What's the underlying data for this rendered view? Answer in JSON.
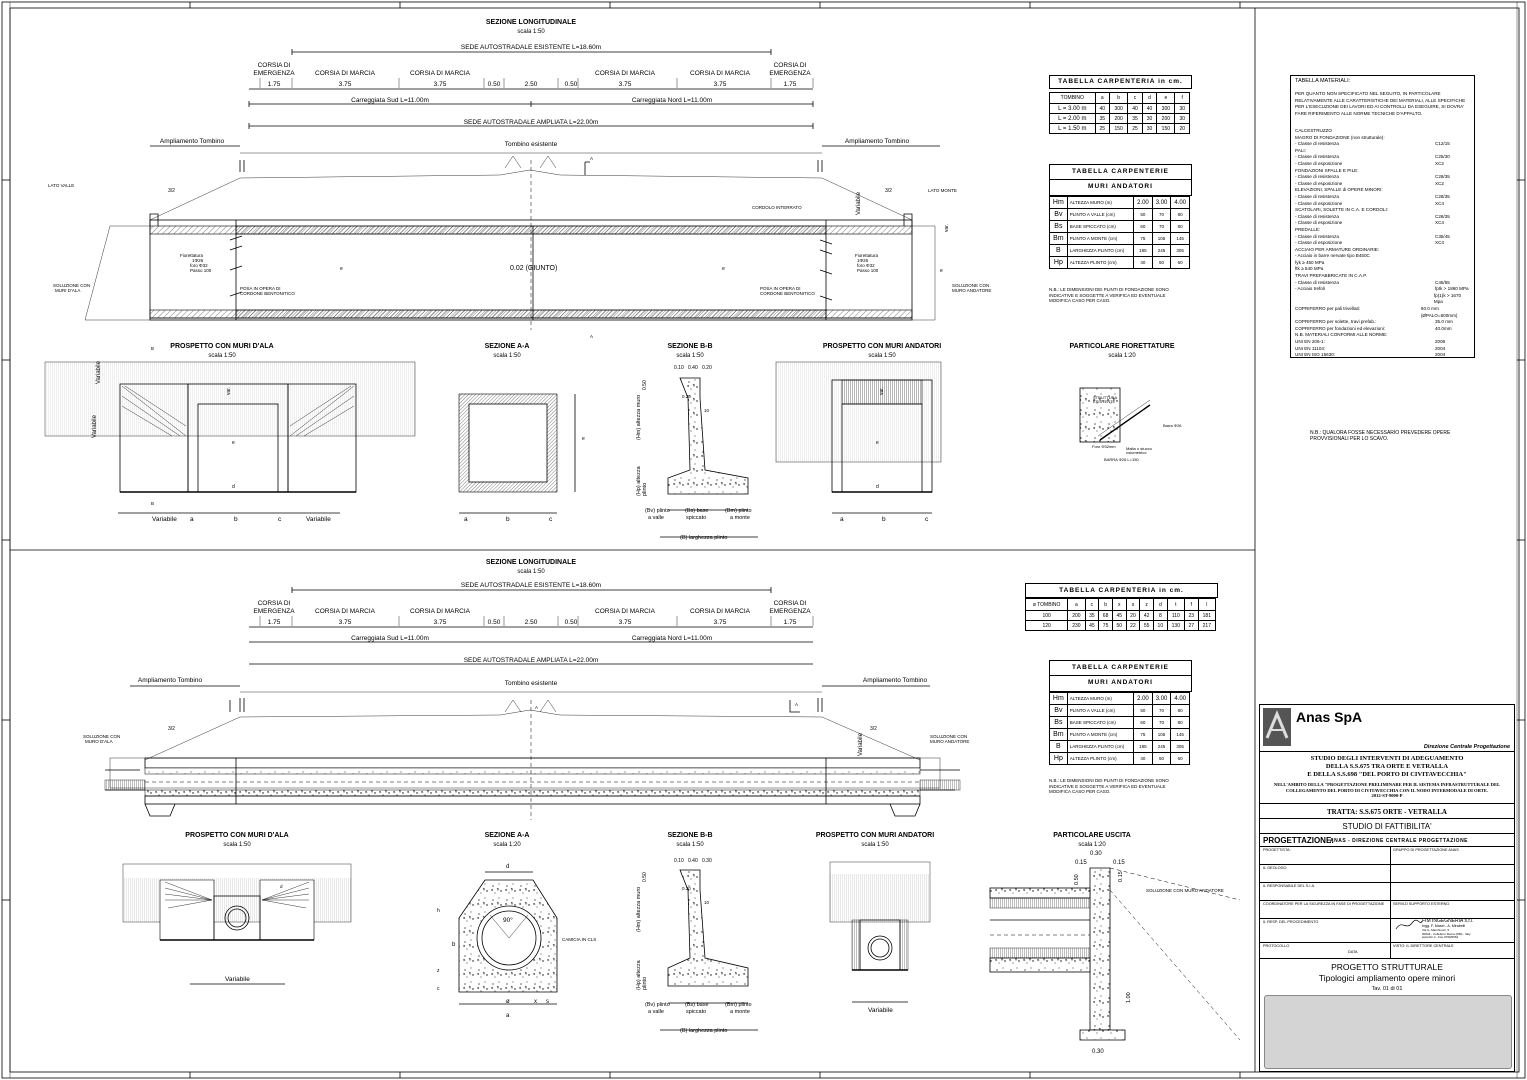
{
  "top": {
    "long_title": "SEZIONE LONGITUDINALE",
    "long_scale": "scala 1:50",
    "sede_esistente": "SEDE AUTOSTRADALE ESISTENTE L=18.60m",
    "lanes": [
      {
        "name": "CORSIA DI\nEMERGENZA",
        "w": "1.75"
      },
      {
        "name": "CORSIA DI MARCIA",
        "w": "3.75"
      },
      {
        "name": "CORSIA DI MARCIA",
        "w": "3.75"
      },
      {
        "name": "",
        "w": "0.50"
      },
      {
        "name": "",
        "w": "2.50"
      },
      {
        "name": "",
        "w": "0.50"
      },
      {
        "name": "CORSIA DI MARCIA",
        "w": "3.75"
      },
      {
        "name": "CORSIA DI MARCIA",
        "w": "3.75"
      },
      {
        "name": "CORSIA DI\nEMERGENZA",
        "w": "1.75"
      }
    ],
    "carr_sud": "Carreggiata Sud L=11.00m",
    "carr_nord": "Carreggiata Nord L=11.00m",
    "sede_ampliata": "SEDE AUTOSTRADALE AMPLIATA L=22.00m",
    "ampl_left": "Ampliamento Tombino",
    "ampl_right": "Ampliamento Tombino",
    "tomb_esist": "Tombino esistente",
    "lato_valle": "LATO VALLE",
    "lato_monte": "LATO MONTE",
    "slope": "3/2",
    "variabile": "Variabile",
    "cordolo": "CORDOLO INTERRATO",
    "var": "var.",
    "giunto": "0.02 (GIUNTO)",
    "fior_left": "Fiorettatura\n1Φ26\nforo Φ32\nPasso 100",
    "fior_right": "Fiorettatura\n1Φ26\nforo Φ32\nPasso 100",
    "posa_left": "POSA IN OPERA DI\nCORDONE BENTONITICO",
    "posa_right": "POSA IN OPERA DI\nCORDONE BENTONITICO",
    "sol_left": "SOLUZIONE CON\nMURI D'ALA",
    "sol_right": "SOLUZIONE CON\nMURO ANDATORE",
    "sec_a": "A",
    "sec_b": "B",
    "prosp_ala": "PROSPETTO CON MURI D'ALA",
    "prosp_ala_scale": "scala 1:50",
    "sez_aa": "SEZIONE A-A",
    "sez_aa_scale": "scala 1:50",
    "sez_bb": "SEZIONE B-B",
    "sez_bb_scale": "scala 1:50",
    "prosp_and": "PROSPETTO CON MURI ANDATORI",
    "prosp_and_scale": "scala 1:50",
    "part_fior": "PARTICOLARE FIORETTATURE",
    "part_fior_scale": "scala 1:20",
    "fior_detail": {
      "a": "STRUTTURA\nESISTENTE",
      "b": "Barra Φ26",
      "c": "Foro Φ32mm",
      "d": "Malta o stucco\nvolumetrico",
      "e": "BARRA Φ26 L=150"
    },
    "dim_bottom": [
      "Variabile",
      "a",
      "b",
      "c",
      "Variabile"
    ],
    "dim_aa": [
      "a",
      "b",
      "c"
    ],
    "dim_and": [
      "a",
      "b",
      "c"
    ],
    "bb_dims": [
      "0.10",
      "0.40",
      "0.20"
    ],
    "bb_labels": {
      "hm": "(Hm) altezza muro",
      "hp": "(Hp) altezza\nplinto",
      "bv": "(Bv) plinto\na valle",
      "bs": "(Bs) base\nspiccato",
      "bm": "(Bm) plinto\na monte",
      "b": "(B) larghezza plinto",
      "ratio": "10",
      "h1": "0.20",
      "h2": "0.50"
    },
    "lbl_d": "d",
    "lbl_e": "e",
    "lbl_f": "f",
    "carp_title": "TABELLA CARPENTERIA in cm.",
    "carp_head": [
      "TOMBINO",
      "a",
      "b",
      "c",
      "d",
      "e",
      "f"
    ],
    "carp_rows": [
      [
        "L = 3.00 m",
        "40",
        "300",
        "40",
        "40",
        "300",
        "30"
      ],
      [
        "L = 2.00 m",
        "35",
        "200",
        "35",
        "30",
        "200",
        "30"
      ],
      [
        "L = 1.50 m",
        "25",
        "150",
        "25",
        "30",
        "150",
        "20"
      ]
    ],
    "muri_title1": "TABELLA CARPENTERIE",
    "muri_title2": "MURI ANDATORI",
    "muri_head": [
      "Hm",
      "ALTEZZA MURO (m)",
      "2.00",
      "3.00",
      "4.00"
    ],
    "muri_rows": [
      [
        "Bv",
        "PLINTO A VALLE (cm)",
        "50",
        "70",
        "80"
      ],
      [
        "Bs",
        "BASE SPICCATO (cm)",
        "60",
        "70",
        "80"
      ],
      [
        "Bm",
        "PLINTO A MONTE (cm)",
        "75",
        "105",
        "145"
      ],
      [
        "B",
        "LARGHEZZA PLINTO (cm)",
        "185",
        "245",
        "305"
      ],
      [
        "Hp",
        "ALTEZZA PLINTO (cm)",
        "40",
        "50",
        "60"
      ]
    ],
    "nb": "N.B.: LE DIMENSIONI DEI PLINTI DI FONDAZIONE SONO\nINDICATIVE E SOGGETTE A VERIFICA ED EVENTUALE\nMODIFICA CASO PER CASO."
  },
  "materials": {
    "title": "TABELLA MATERIALI:",
    "intro": "PER QUANTO NON SPECIFICATO NEL SEGUITO, IN PARTICOLARE\nRELATIVAMENTE ALLE CARATTERISTICHE DEI MATERIALI, ALLE SPECIFICHE\nPER L'ESECUZIONE DEI LAVORI ED AI CONTROLLI DA ESEGUIRE, SI DOVRA'\nFARE RIFERIMENTO ALLE NORME TECNICHE D'APPALTO.",
    "rows": [
      [
        "CALCESTRUZZO",
        ""
      ],
      [
        "MAGRO DI FONDAZIONE (non strutturale):",
        ""
      ],
      [
        "- Classe di resistenza",
        "C12/15"
      ],
      [
        "PALI:",
        ""
      ],
      [
        "- Classe di resistenza",
        "C25/30"
      ],
      [
        "- Classe di esposizione",
        "XC2"
      ],
      [
        "FONDAZIONI SPALLE E PILE:",
        ""
      ],
      [
        "- Classe di resistenza",
        "C28/35"
      ],
      [
        "- Classe di esposizione",
        "XC2"
      ],
      [
        "ELEVAZIONI, SPALLE di OPERE MINORI:",
        ""
      ],
      [
        "- Classe di resistenza",
        "C28/35"
      ],
      [
        "- Classe di esposizione",
        "XC4"
      ],
      [
        "SCATOLARI, SOLETTE IN C.A. E CORDOLI:",
        ""
      ],
      [
        "- Classe di resistenza",
        "C28/35"
      ],
      [
        "- Classe di esposizione",
        "XC4"
      ],
      [
        "PREDALLE:",
        ""
      ],
      [
        "- Classe di resistenza",
        "C35/45"
      ],
      [
        "- Classe di esposizione",
        "XC4"
      ],
      [
        "ACCIAIO PER ARMATURE ORDINARIE:",
        ""
      ],
      [
        "- Acciaio in barre nervate tipo B450C",
        ""
      ],
      [
        "      fyk ≥ 450 MPa",
        ""
      ],
      [
        "      ftk ≥ 540 MPa",
        ""
      ],
      [
        "TRAVI PREFABBRICATE IN C.A.P.",
        ""
      ],
      [
        "- Classe di resistenza",
        "C45/55"
      ],
      [
        "- Acciaio trefoli",
        "fptk  > 1860 MPa"
      ],
      [
        "",
        "fp(1)k > 1670 Mpa"
      ],
      [
        "COPRIFERRO per pali trivellati:",
        "60.0 mm (ØPALO=600mm)"
      ],
      [
        "COPRIFERRO per solette, travi prefab.:",
        "35.0 mm"
      ],
      [
        "COPRIFERRO per fondazioni ed elevazioni:",
        "40.0mm"
      ],
      [
        "N.B. MATERIALI CONFORMI ALLE NORME:",
        ""
      ],
      [
        "      UNI EN 206-1:",
        "2006"
      ],
      [
        "      UNI EN 11104:",
        "2004"
      ],
      [
        "      UNI EN ISO 15630:",
        "2004"
      ]
    ],
    "nb_scavo": "N.B.: QUALORA FOSSE NECESSARIO PREVEDERE OPERE\nPROVVISIONALI PER LO SCAVO."
  },
  "bottom": {
    "long_title": "SEZIONE LONGITUDINALE",
    "long_scale": "scala 1:50",
    "sol_left": "SOLUZIONE CON\nMURO D'ALA",
    "sol_right": "SOLUZIONE CON\nMURO ANDATORE",
    "prosp_ala": "PROSPETTO CON MURI D'ALA",
    "prosp_ala_scale": "scala 1:50",
    "sez_aa": "SEZIONE A-A",
    "sez_aa_scale": "scala 1:20",
    "sez_bb": "SEZIONE B-B",
    "sez_bb_scale": "scala 1:50",
    "prosp_and": "PROSPETTO CON MURI ANDATORI",
    "prosp_and_scale": "scala 1:50",
    "part_uscita": "PARTICOLARE USCITA",
    "part_uscita_scale": "scala 1:20",
    "camicia": "CAMICIA IN CLS",
    "angle": "90°",
    "sol_and": "SOLUZIONE CON MURO ANDATORE",
    "usc_dims": [
      "0.15",
      "0.30",
      "0.15",
      "0.50",
      "0.15",
      "1.00",
      "0.30"
    ],
    "aa_dims": [
      "d",
      "a",
      "b",
      "ø",
      "x",
      "s",
      "h",
      "z",
      "c"
    ],
    "bb_dims": [
      "0.10",
      "0.40",
      "0.30"
    ],
    "variabile": "Variabile",
    "carp_title": "TABELLA CARPENTERIA in cm.",
    "carp_head": [
      "ø TOMBINO",
      "a",
      "c",
      "b",
      "x",
      "s",
      "z",
      "d",
      "t"
    ],
    "carp_rows": [
      [
        "100",
        "200",
        "35",
        "68",
        "45",
        "20",
        "42",
        "8",
        "110",
        "23",
        "181"
      ],
      [
        "120",
        "230",
        "45",
        "75",
        "50",
        "22",
        "55",
        "10",
        "130",
        "27",
        "217"
      ]
    ],
    "carp_head_full": [
      "ø TOMBINO",
      "a",
      "c",
      "b",
      "x",
      "s",
      "z",
      "d",
      "t",
      "f",
      "l"
    ]
  },
  "titleblock": {
    "company": "Anas SpA",
    "direzione": "Direzione Centrale Progettazione",
    "studio": "STUDIO DEGLI INTERVENTI DI ADEGUAMENTO\nDELLA S.S.675 TRA ORTE E VETRALLA\nE DELLA S.S.698 \"DEL PORTO DI CIVITAVECCHIA\"",
    "ambito": "NELL'AMBITO DELLA \"PROGETTAZIONE PRELIMINARE PER IL SISTEMA INFRASTRUTTURALE DEL\nCOLLEGAMENTO DEL PORTO DI CIVITAVECCHIA CON IL NODO INTERMODALE DI ORTE.\n2012-ST-9000-P",
    "tratta": "TRATTA: S.S.675 ORTE - VETRALLA",
    "studio_fatt": "STUDIO DI FATTIBILITA'",
    "progettazione": "PROGETTAZIONE:",
    "prog_value": "ANAS - DIREZIONE CENTRALE PROGETTAZIONE",
    "fields": [
      {
        "k": "PROGETTISTA:",
        "v": "GRUPPO DI PROGETTAZIONE ANAS"
      },
      {
        "k": "IL GEOLOGO",
        "v": ""
      },
      {
        "k": "IL RESPONSABILE DEL S.I.A.",
        "v": ""
      },
      {
        "k": "COORDINATORE PER LA SICUREZZA IN FASE DI PROGETTAZIONE",
        "v": "SERVIZI SUPPORTO ESTERNO"
      },
      {
        "k": "IL RESP. DEL PROCEDIMENTO",
        "v": ""
      },
      {
        "k": "PROTOCOLLO",
        "v": "VISTO: IL DIRETTORE CENTRALE"
      }
    ],
    "data": "DATA",
    "fim": "FIM INGEGNERIA s.r.l.",
    "fim_sub": "Ingg. F. Masel - A. Mirabelli",
    "fim_addr": "Via G. Marchionni, 5\n00034 - Colleferro Roma (RM) - Italy\nwww.fim.it - Fax 0769/6964",
    "progetto": "PROGETTO STRUTTURALE",
    "tipologici": "Tipologici ampliamento opere minori",
    "tav": "Tav. 01 di 01"
  }
}
